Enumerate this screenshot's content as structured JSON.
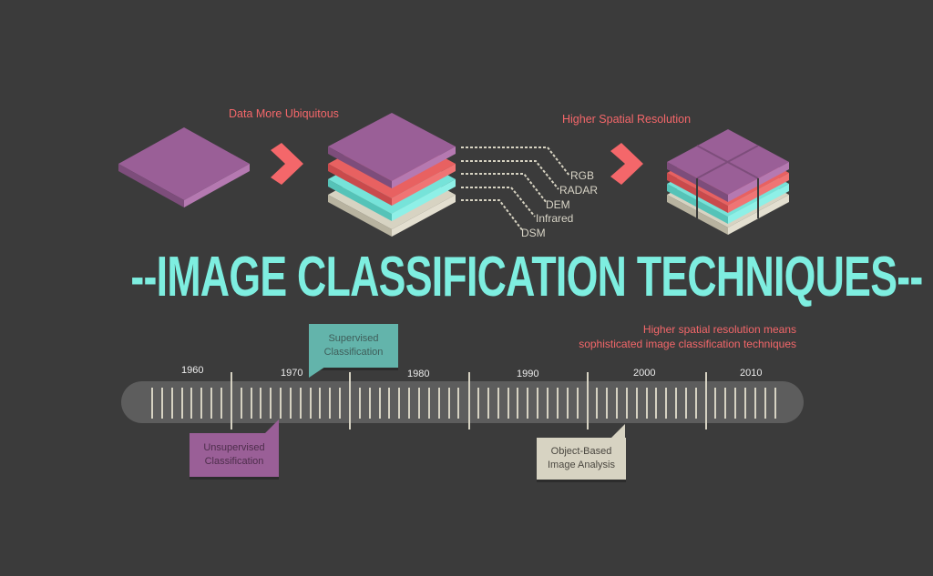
{
  "colors": {
    "background": "#3b3b3b",
    "purple": "#9a5f97",
    "red": "#e86161",
    "teal": "#76e3d9",
    "cream": "#d7d3c2",
    "accent_text": "#f4676a",
    "title": "#7eeee0"
  },
  "top": {
    "caption_left": "Data More Ubiquitous",
    "caption_right": "Higher Spatial Resolution",
    "layers": [
      "RGB",
      "RADAR",
      "DEM",
      "Infrared",
      "DSM"
    ]
  },
  "title": "--IMAGE CLASSIFICATION TECHNIQUES--",
  "note": {
    "line1": "Higher spatial resolution means",
    "line2": "sophisticated image classification techniques"
  },
  "timeline": {
    "years": [
      "1960",
      "1970",
      "1980",
      "1990",
      "2000",
      "2010"
    ],
    "events": [
      {
        "label_line1": "Supervised",
        "label_line2": "Classification",
        "approx_year": "1972"
      },
      {
        "label_line1": "Unsupervised",
        "label_line2": "Classification",
        "approx_year": "1969"
      },
      {
        "label_line1": "Object-Based",
        "label_line2": "Image Analysis",
        "approx_year": "1999"
      }
    ]
  }
}
